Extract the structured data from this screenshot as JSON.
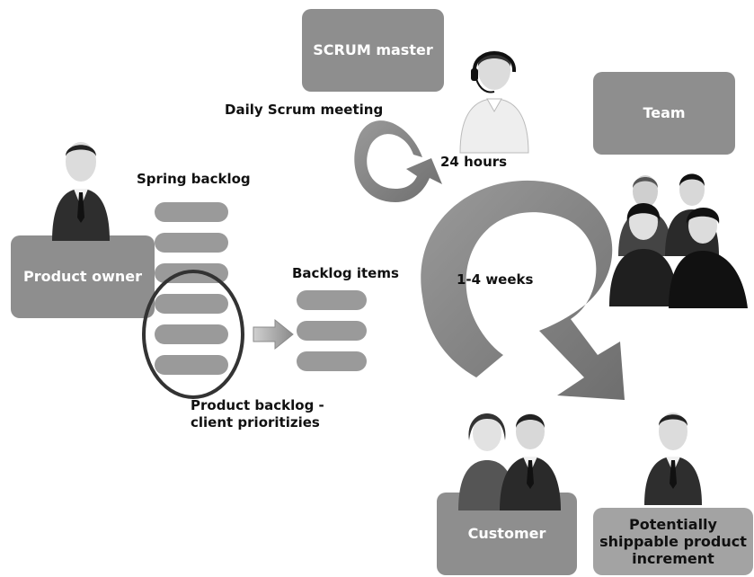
{
  "nodes": {
    "scrum_master": "SCRUM master",
    "team": "Team",
    "product_owner": "Product owner",
    "customer": "Customer",
    "increment": "Potentially shippable product increment"
  },
  "labels": {
    "daily_meeting": "Daily Scrum meeting",
    "hours": "24 hours",
    "sprint_backlog": "Spring backlog",
    "backlog_items": "Backlog items",
    "weeks": "1-4 weeks",
    "product_backlog_line1": "Product backlog -",
    "product_backlog_line2": "client prioritizies"
  },
  "colors": {
    "box": "#8e8e8e",
    "arrow": "#7d7d7d",
    "bar": "#9a9a9a",
    "circle": "#333333"
  },
  "icons": {
    "person": "businessman-icon",
    "headset_person": "support-agent-icon",
    "group": "team-group-icon",
    "couple": "customer-couple-icon",
    "forward_arrow": "arrow-right-icon"
  }
}
